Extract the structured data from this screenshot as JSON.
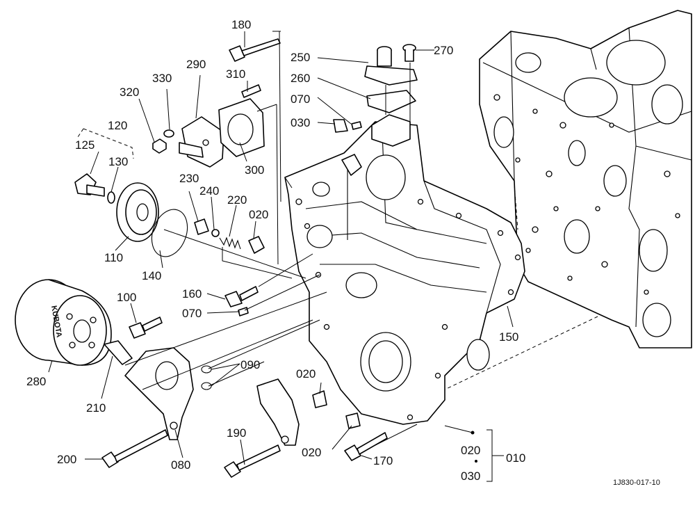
{
  "callouts": [
    {
      "key": "c180",
      "label": "180"
    },
    {
      "key": "c250",
      "label": "250"
    },
    {
      "key": "c270",
      "label": "270"
    },
    {
      "key": "c260",
      "label": "260"
    },
    {
      "key": "c070a",
      "label": "070"
    },
    {
      "key": "c030a",
      "label": "030"
    },
    {
      "key": "c290",
      "label": "290"
    },
    {
      "key": "c310",
      "label": "310"
    },
    {
      "key": "c330",
      "label": "330"
    },
    {
      "key": "c320",
      "label": "320"
    },
    {
      "key": "c120",
      "label": "120"
    },
    {
      "key": "c125",
      "label": "125"
    },
    {
      "key": "c130",
      "label": "130"
    },
    {
      "key": "c300",
      "label": "300"
    },
    {
      "key": "c230",
      "label": "230"
    },
    {
      "key": "c240",
      "label": "240"
    },
    {
      "key": "c220",
      "label": "220"
    },
    {
      "key": "c020a",
      "label": "020"
    },
    {
      "key": "c110",
      "label": "110"
    },
    {
      "key": "c140",
      "label": "140"
    },
    {
      "key": "c160",
      "label": "160"
    },
    {
      "key": "c070b",
      "label": "070"
    },
    {
      "key": "c100",
      "label": "100"
    },
    {
      "key": "c150",
      "label": "150"
    },
    {
      "key": "c090",
      "label": "090"
    },
    {
      "key": "c280",
      "label": "280"
    },
    {
      "key": "c210",
      "label": "210"
    },
    {
      "key": "c020b",
      "label": "020"
    },
    {
      "key": "c190",
      "label": "190"
    },
    {
      "key": "c020c",
      "label": "020"
    },
    {
      "key": "c020d",
      "label": "020"
    },
    {
      "key": "c010",
      "label": "010"
    },
    {
      "key": "c030b",
      "label": "030"
    },
    {
      "key": "c200",
      "label": "200"
    },
    {
      "key": "c080",
      "label": "080"
    },
    {
      "key": "c170",
      "label": "170"
    }
  ],
  "drawing_code": "1J830-017-10",
  "filter_brand": "KUBOTA"
}
